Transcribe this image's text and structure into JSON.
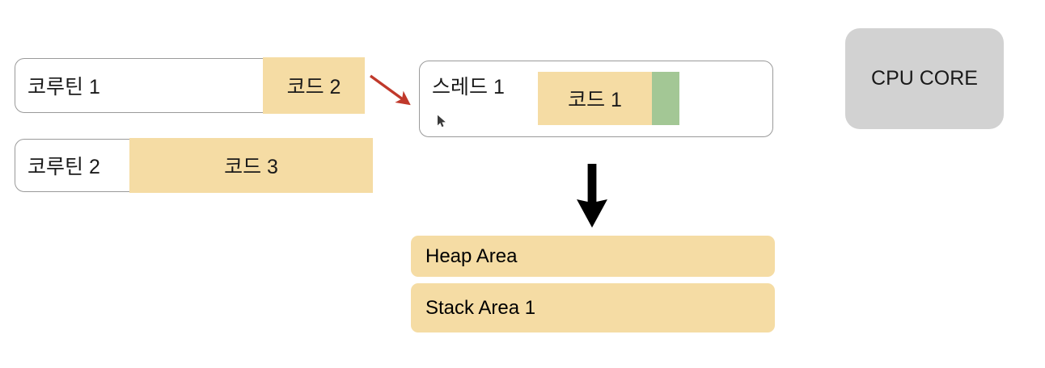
{
  "diagram": {
    "title": "Coroutine to Thread and Memory Areas",
    "colors": {
      "code_block_orange": "#f5dca4",
      "suspend_block_green": "#a3c795",
      "cpu_core_gray": "#d2d2d2",
      "arrow_red": "#c0392b",
      "arrow_black": "#000000",
      "shell_border_gray": "#9a9a9a",
      "background": "#ffffff"
    }
  },
  "coroutines": [
    {
      "label": "코루틴 1",
      "code_block": "코드 2"
    },
    {
      "label": "코루틴 2",
      "code_block": "코드 3"
    }
  ],
  "thread": {
    "label": "스레드 1",
    "code_block": "코드 1",
    "green_block_label": "",
    "cursor_icon": "mouse-pointer-icon"
  },
  "arrows": {
    "coroutine_to_thread": {
      "icon": "arrow-down-right-icon",
      "color": "#c0392b"
    },
    "thread_to_memory": {
      "icon": "arrow-down-icon",
      "color": "#000000"
    }
  },
  "memory_areas": [
    {
      "label": "Heap Area"
    },
    {
      "label": "Stack Area 1"
    }
  ],
  "cpu": {
    "label": "CPU CORE"
  }
}
